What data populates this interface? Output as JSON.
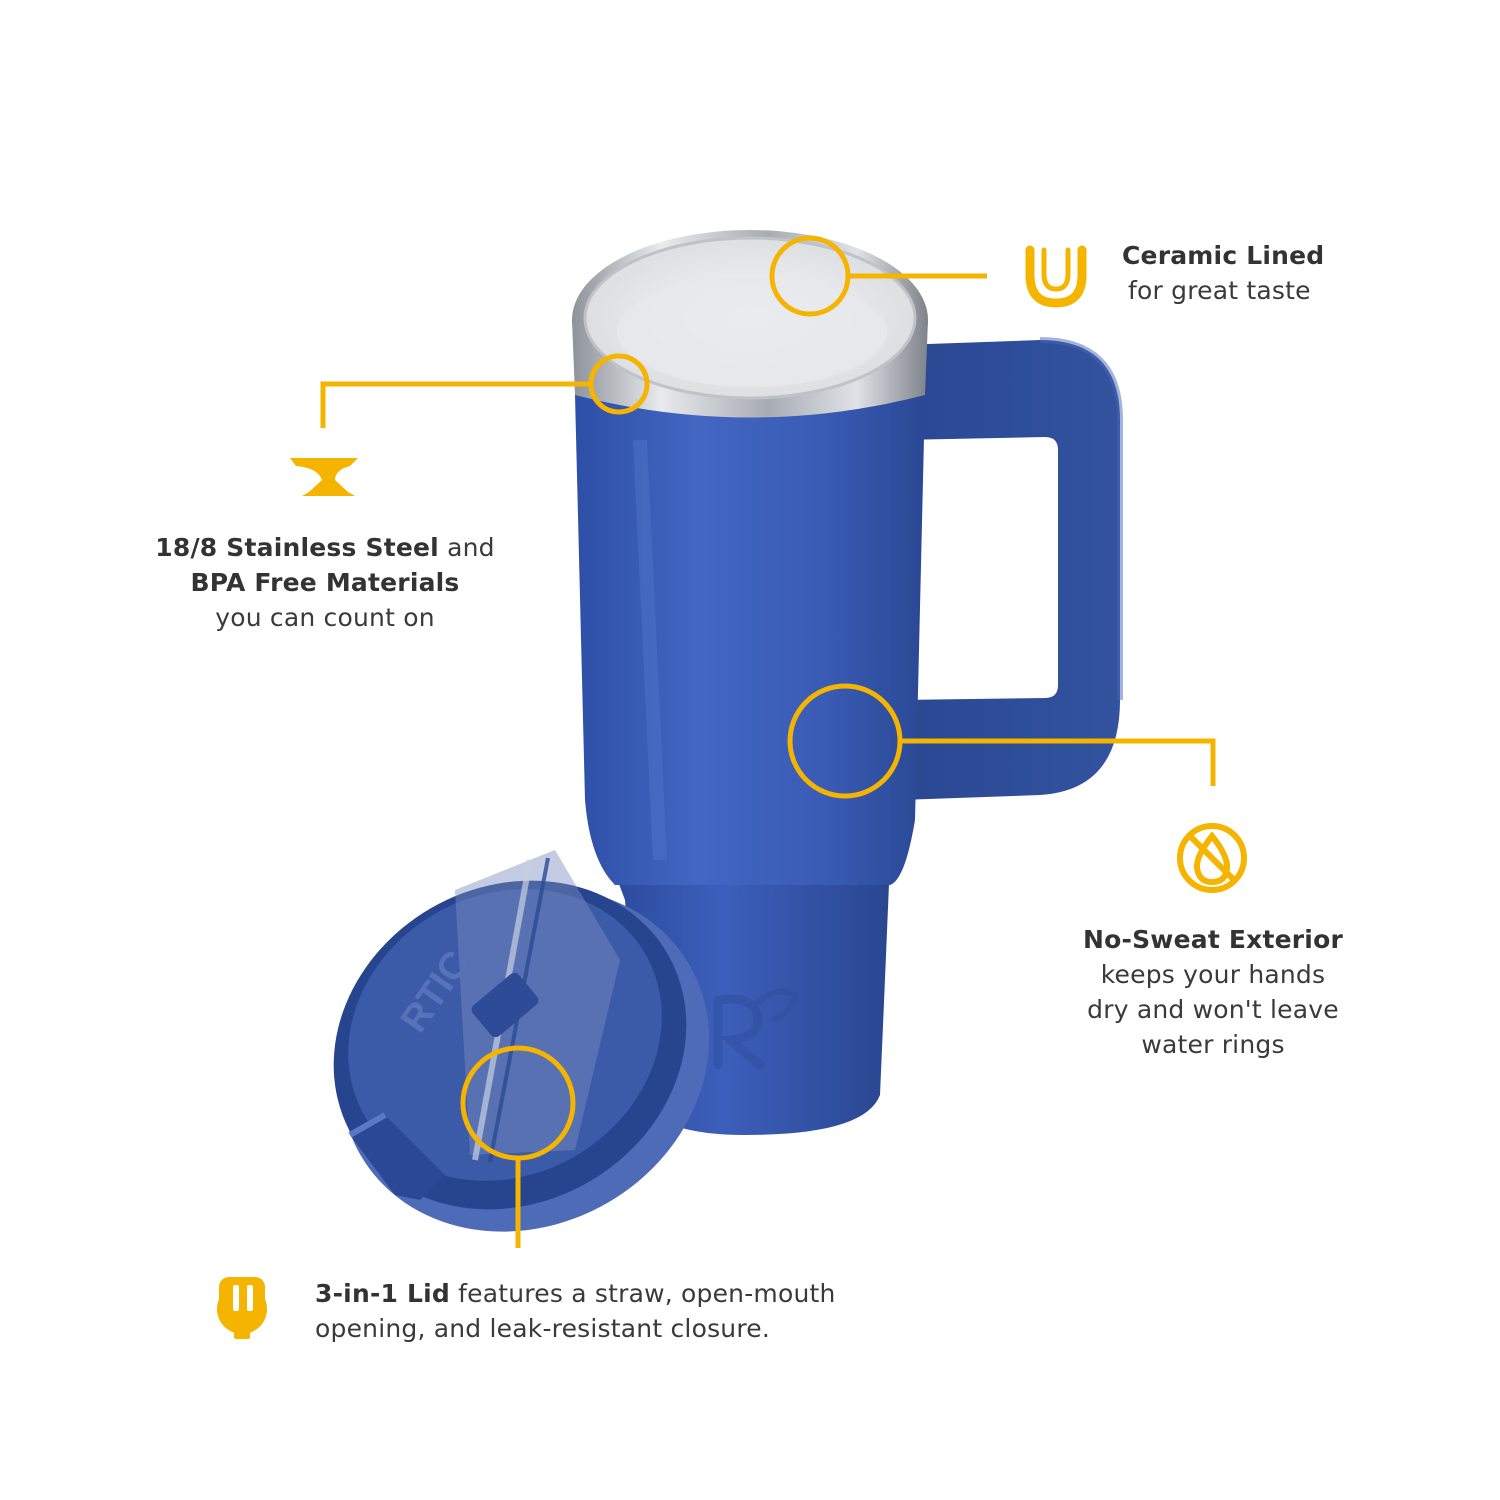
{
  "accent_color": "#f5b400",
  "product": {
    "body_color": "#3658b3",
    "handle_color": "#2d4d9c",
    "rim_color": "#c9cdd2",
    "brand_mark": "RTIC"
  },
  "callouts": {
    "ceramic": {
      "icon": "u-shape-icon",
      "title": "Ceramic Lined",
      "subtitle": "for great taste"
    },
    "steel": {
      "icon": "anvil-icon",
      "line1_bold": "18/8 Stainless Steel",
      "line1_rest": " and",
      "line2_bold": "BPA Free Materials",
      "line3": "you can count on"
    },
    "sweat": {
      "icon": "no-drop-icon",
      "title": "No-Sweat Exterior",
      "line2": "keeps your hands",
      "line3": "dry and won't leave",
      "line4": "water rings"
    },
    "lid": {
      "icon": "lid-icon",
      "bold": "3-in-1 Lid",
      "rest": " features a straw, open-mouth",
      "line2": "opening, and leak-resistant closure."
    }
  }
}
